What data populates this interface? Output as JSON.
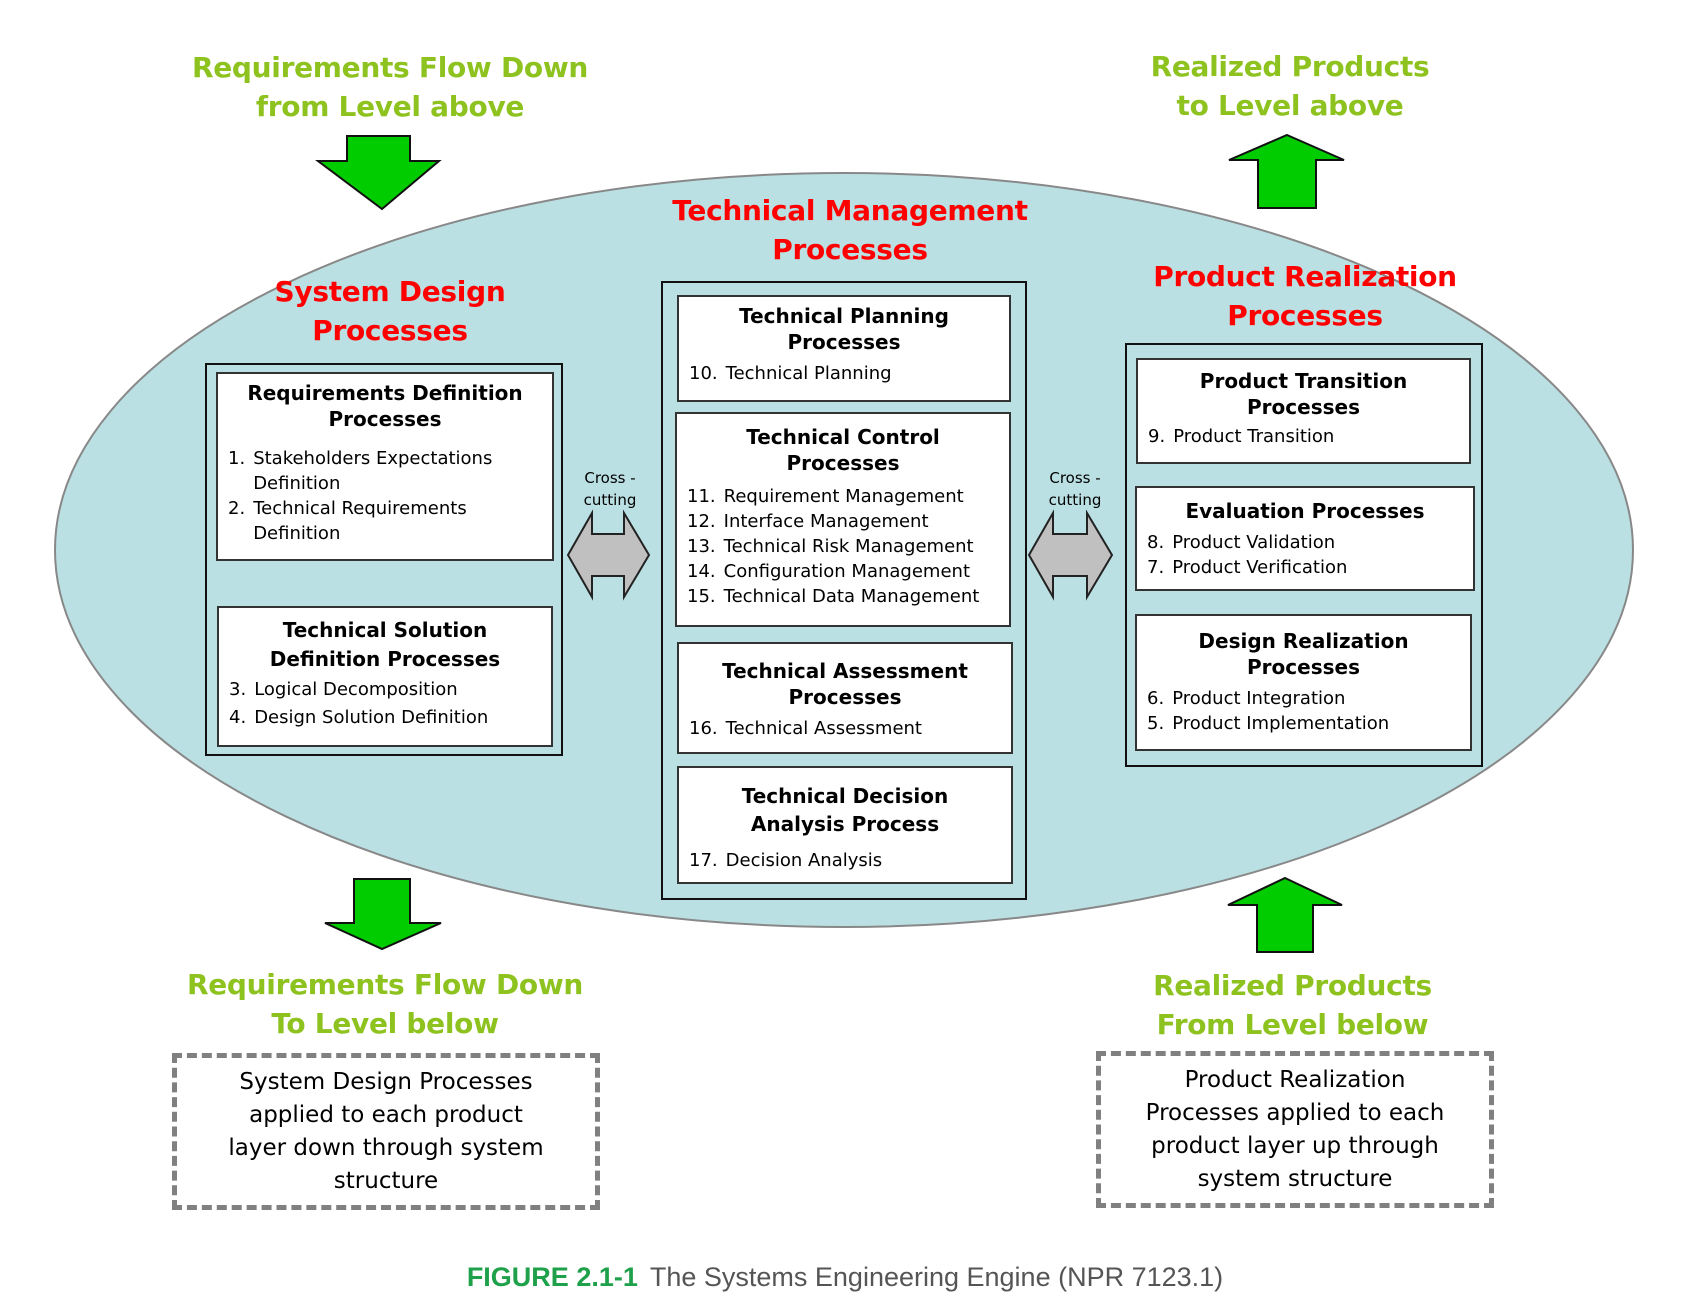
{
  "colors": {
    "ellipse_fill": "#bbe0e3",
    "green_text": "#8dc21f",
    "red_text": "#ff0000",
    "green_arrow": "#00cc00",
    "cross_arrow": "#c0c0c0",
    "caption_label": "#1fa04a"
  },
  "flow_labels": {
    "top_left": [
      "Requirements Flow Down",
      "from Level above"
    ],
    "top_right": [
      "Realized Products",
      "to Level above"
    ],
    "bottom_left": [
      "Requirements Flow Down",
      "To Level below"
    ],
    "bottom_right": [
      "Realized Products",
      "From Level below"
    ]
  },
  "arrows": {
    "top_left": "arrow-down",
    "top_right": "arrow-up",
    "bottom_left": "arrow-down",
    "bottom_right": "arrow-up",
    "cross_left": "double-arrow-horizontal",
    "cross_right": "double-arrow-horizontal"
  },
  "groups": {
    "system_design": {
      "title": [
        "System Design",
        "Processes"
      ],
      "boxes": [
        {
          "title": [
            "Requirements Definition",
            "Processes"
          ],
          "items": [
            {
              "num": "1.",
              "text": "Stakeholders Expectations Definition"
            },
            {
              "num": "2.",
              "text": "Technical Requirements Definition"
            }
          ]
        },
        {
          "title": [
            "Technical Solution",
            "Definition Processes"
          ],
          "items": [
            {
              "num": "3.",
              "text": "Logical Decomposition"
            },
            {
              "num": "4.",
              "text": "Design Solution Definition"
            }
          ]
        }
      ]
    },
    "technical_management": {
      "title": [
        "Technical Management",
        "Processes"
      ],
      "boxes": [
        {
          "title": [
            "Technical Planning",
            "Processes"
          ],
          "items": [
            {
              "num": "10.",
              "text": "Technical Planning"
            }
          ]
        },
        {
          "title": [
            "Technical Control",
            "Processes"
          ],
          "items": [
            {
              "num": "11.",
              "text": "Requirement Management"
            },
            {
              "num": "12.",
              "text": "Interface Management"
            },
            {
              "num": "13.",
              "text": "Technical Risk Management"
            },
            {
              "num": "14.",
              "text": "Configuration Management"
            },
            {
              "num": "15.",
              "text": "Technical Data Management"
            }
          ]
        },
        {
          "title": [
            "Technical Assessment",
            "Processes"
          ],
          "items": [
            {
              "num": "16.",
              "text": "Technical Assessment"
            }
          ]
        },
        {
          "title": [
            "Technical Decision",
            "Analysis Process"
          ],
          "items": [
            {
              "num": "17.",
              "text": "Decision Analysis"
            }
          ]
        }
      ]
    },
    "product_realization": {
      "title": [
        "Product Realization",
        "Processes"
      ],
      "boxes": [
        {
          "title": [
            "Product Transition",
            "Processes"
          ],
          "items": [
            {
              "num": "9.",
              "text": "Product Transition"
            }
          ]
        },
        {
          "title": [
            "Evaluation Processes"
          ],
          "items": [
            {
              "num": "8.",
              "text": "Product Validation"
            },
            {
              "num": "7.",
              "text": "Product Verification"
            }
          ]
        },
        {
          "title": [
            "Design Realization",
            "Processes"
          ],
          "items": [
            {
              "num": "6.",
              "text": "Product Integration"
            },
            {
              "num": "5.",
              "text": "Product Implementation"
            }
          ]
        }
      ]
    }
  },
  "cross_cutting": {
    "left": [
      "Cross -",
      "cutting"
    ],
    "right": [
      "Cross -",
      "cutting"
    ]
  },
  "notes": {
    "left": [
      "System Design Processes",
      "applied to each product",
      "layer down through system",
      "structure"
    ],
    "right": [
      "Product Realization",
      "Processes applied to each",
      "product  layer up through",
      "system  structure"
    ]
  },
  "caption": {
    "label": "FIGURE 2.1-1",
    "text": "The Systems Engineering Engine (NPR 7123.1)"
  }
}
